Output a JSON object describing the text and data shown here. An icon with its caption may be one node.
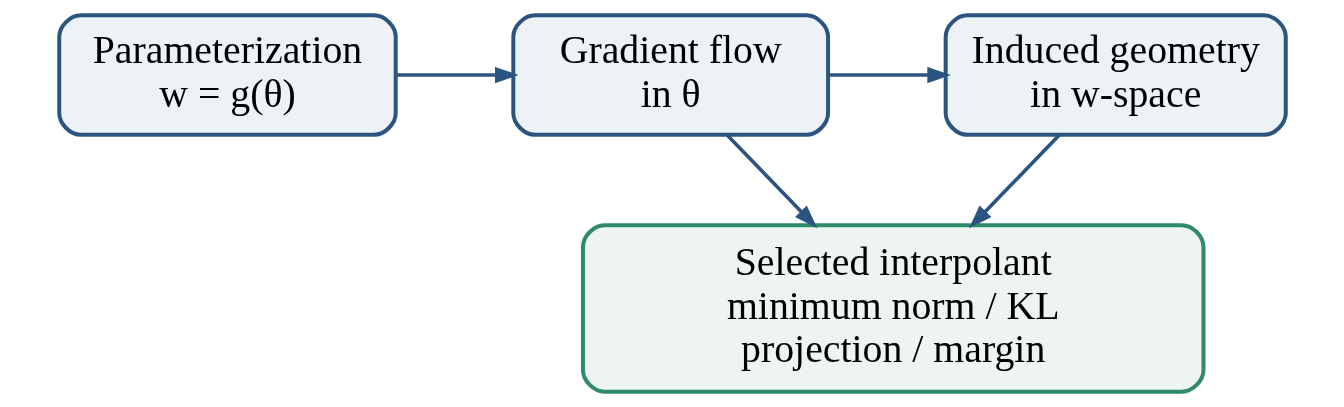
{
  "diagram": {
    "nodes": [
      {
        "text": [
          "Parameterization w = g(θ)"
        ]
      },
      {
        "text": [
          "Gradient flow in θ"
        ]
      },
      {
        "text": [
          "Induced geometry in w-space"
        ]
      },
      {
        "text": [
          "Selected interpolant",
          "minimum norm / KL projection / margin"
        ]
      }
    ],
    "edges": [
      {
        "from": 0,
        "to": 1,
        "arrow": "to"
      },
      {
        "from": 1,
        "to": 2,
        "arrow": "to"
      },
      {
        "from": 1,
        "to": 3,
        "arrow": "to"
      },
      {
        "from": 2,
        "to": 3,
        "arrow": "to"
      }
    ]
  }
}
